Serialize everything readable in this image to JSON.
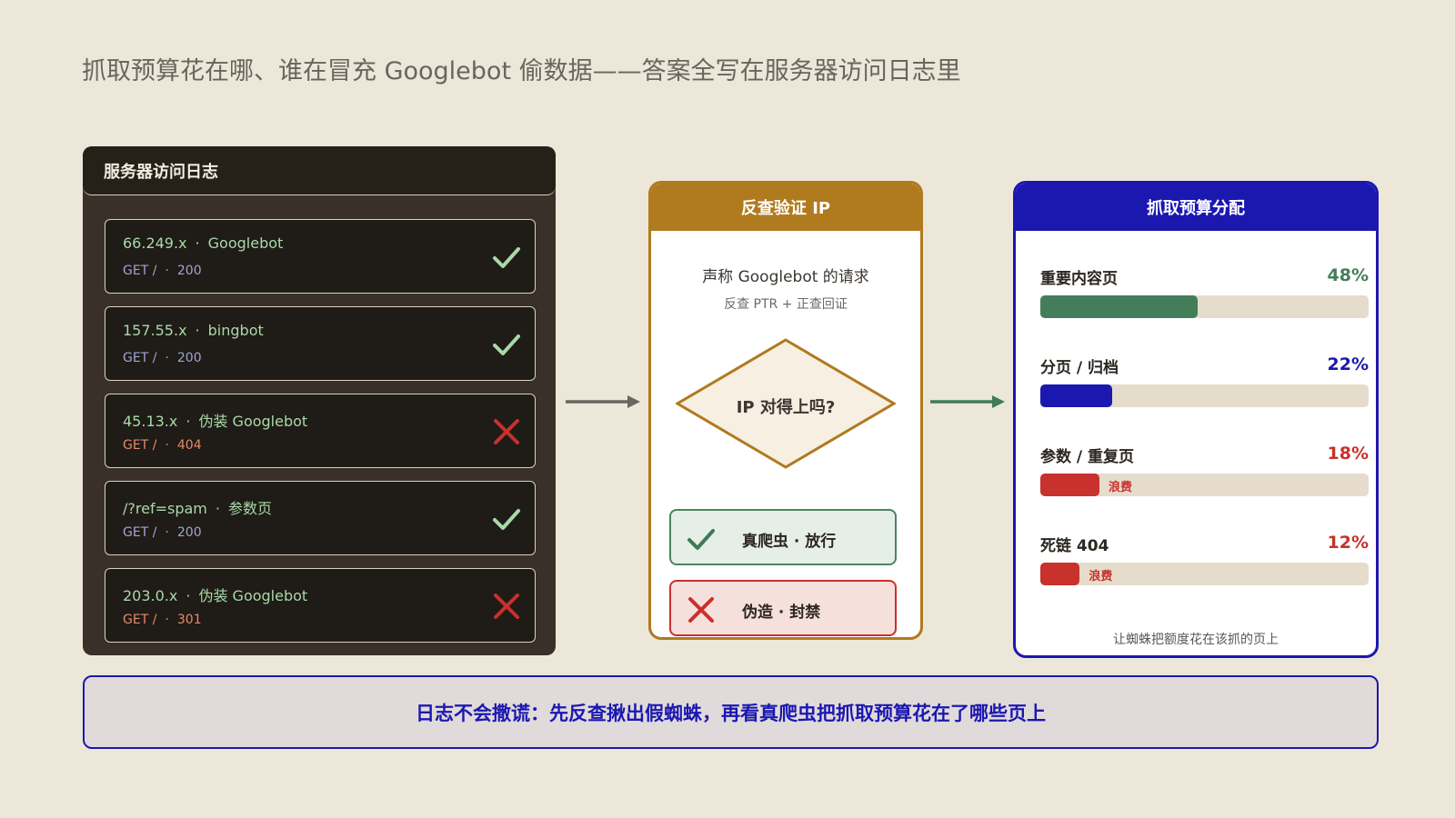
{
  "title": "抓取预算花在哪、谁在冒充 Googlebot 偷数据——答案全写在服务器访问日志里",
  "log_panel": {
    "header": "服务器访问日志",
    "items": [
      {
        "ip": "66.249.x",
        "agent": "Googlebot",
        "method": "GET /",
        "status": "200",
        "verdict": "ok"
      },
      {
        "ip": "157.55.x",
        "agent": "bingbot",
        "method": "GET /",
        "status": "200",
        "verdict": "ok"
      },
      {
        "ip": "45.13.x",
        "agent": "伪装 Googlebot",
        "method": "GET /",
        "status": "404",
        "verdict": "bad"
      },
      {
        "ip": "/?ref=spam",
        "agent": "参数页",
        "method": "GET /",
        "status": "200",
        "verdict": "ok"
      },
      {
        "ip": "203.0.x",
        "agent": "伪装 Googlebot",
        "method": "GET /",
        "status": "301",
        "verdict": "bad"
      }
    ]
  },
  "verify_panel": {
    "header": "反查验证 IP",
    "claim": "声称 Googlebot 的请求",
    "method": "反查 PTR + 正查回证",
    "question": "IP 对得上吗?",
    "pass_label": "真爬虫 · 放行",
    "block_label": "伪造 · 封禁"
  },
  "budget_panel": {
    "header": "抓取预算分配",
    "rows": [
      {
        "label": "重要内容页",
        "pct": 48,
        "pct_label": "48%",
        "color": "#447d5a",
        "waste": ""
      },
      {
        "label": "分页 / 归档",
        "pct": 22,
        "pct_label": "22%",
        "color": "#1b18b0",
        "waste": ""
      },
      {
        "label": "参数 / 重复页",
        "pct": 18,
        "pct_label": "18%",
        "color": "#c8312c",
        "waste": "浪费"
      },
      {
        "label": "死链 404",
        "pct": 12,
        "pct_label": "12%",
        "color": "#c8312c",
        "waste": "浪费"
      }
    ],
    "footer": "让蜘蛛把额度花在该抓的页上"
  },
  "summary": "日志不会撒谎：先反查揪出假蜘蛛，再看真爬虫把抓取预算花在了哪些页上",
  "colors": {
    "ok": "#a8d9a8",
    "bad": "#c8312c",
    "accent_gold": "#b07a1f",
    "accent_blue": "#1b18b0",
    "accent_green": "#447d5a"
  }
}
